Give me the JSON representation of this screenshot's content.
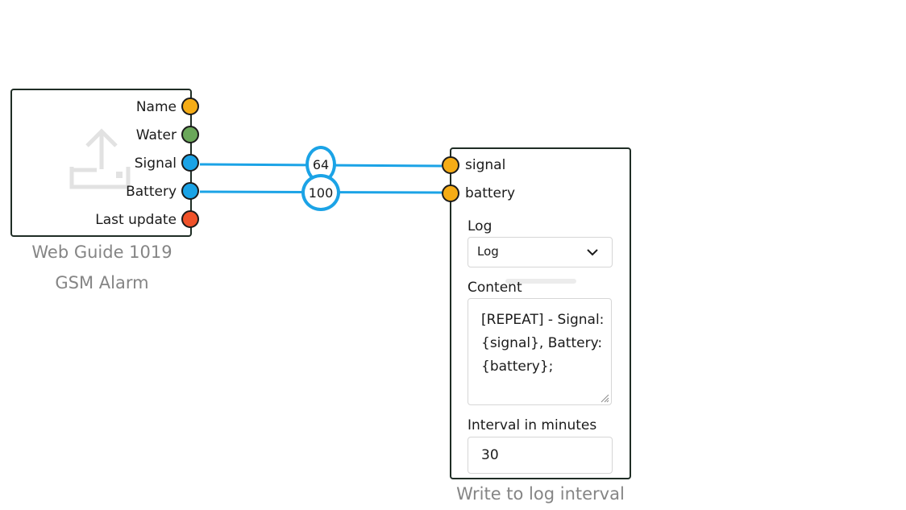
{
  "source_node": {
    "title_line1": "Web Guide 1019",
    "title_line2": "GSM Alarm",
    "icon": "upload-icon",
    "ports": [
      {
        "label": "Name",
        "color": "#f5ac16"
      },
      {
        "label": "Water",
        "color": "#6aa75a"
      },
      {
        "label": "Signal",
        "color": "#1ba3e6"
      },
      {
        "label": "Battery",
        "color": "#1ba3e6"
      },
      {
        "label": "Last update",
        "color": "#f0522a"
      }
    ]
  },
  "connections": [
    {
      "from": "Signal",
      "to": "signal",
      "value": "64"
    },
    {
      "from": "Battery",
      "to": "battery",
      "value": "100"
    }
  ],
  "target_node": {
    "title": "Write to log interval",
    "ports": [
      {
        "label": "signal",
        "color": "#f5ac16"
      },
      {
        "label": "battery",
        "color": "#f5ac16"
      }
    ],
    "log_label": "Log",
    "log_select_value": "Log",
    "content_label": "Content",
    "content_value": "[REPEAT] - Signal: {signal}, Battery: {battery};",
    "interval_label": "Interval in minutes",
    "interval_value": "30"
  },
  "colors": {
    "wire": "#1ba3e6",
    "node_border": "#1f2d25",
    "title_text": "#858585"
  }
}
